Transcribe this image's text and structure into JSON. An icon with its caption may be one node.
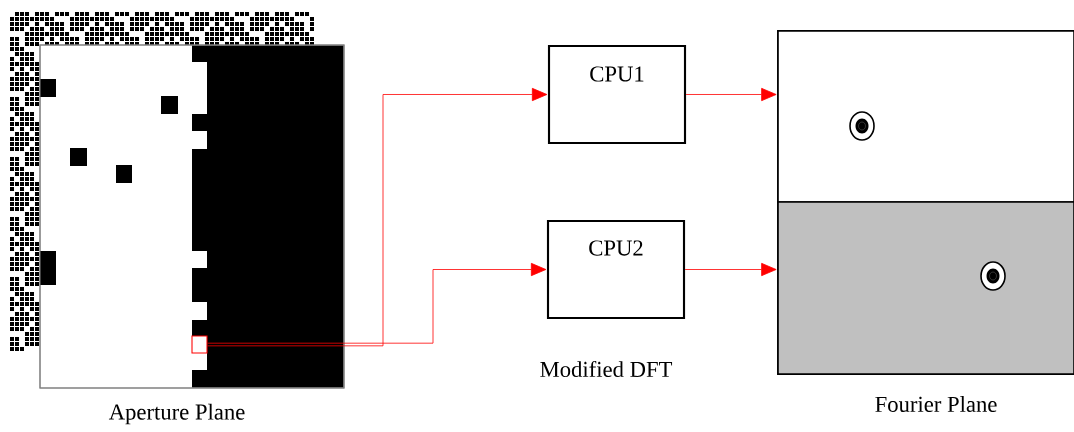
{
  "diagram": {
    "nodes": [
      {
        "text": [
          "Aperture Plane"
        ]
      },
      {
        "text": [],
        "shape": "box",
        "in": 0
      },
      {
        "text": [
          "CPU1"
        ]
      },
      {
        "text": [
          "CPU2"
        ]
      },
      {
        "text": [
          "Fourier Plane"
        ]
      },
      {
        "text": [],
        "shape": "box",
        "in": 4
      },
      {
        "text": [],
        "shape": "box",
        "in": 4
      }
    ],
    "edges": [
      {
        "from": 1,
        "to": 2,
        "arrow": "to"
      },
      {
        "from": 1,
        "to": 3,
        "arrow": "to"
      },
      {
        "from": 2,
        "to": 5,
        "arrow": "to"
      },
      {
        "from": 3,
        "to": 6,
        "arrow": "to"
      }
    ],
    "labels": [
      "Modified DFT"
    ]
  }
}
